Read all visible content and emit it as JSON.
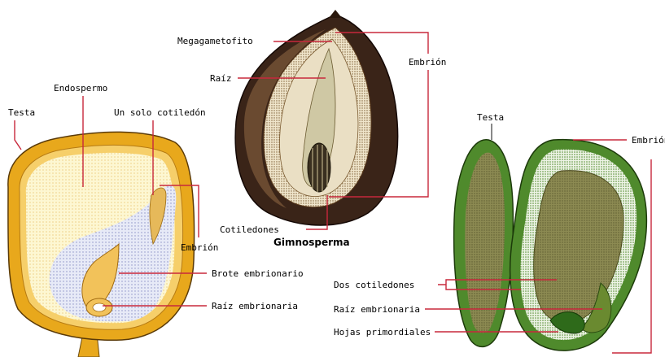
{
  "colors": {
    "leader": "#c8283c",
    "seed_coat": "#e8a81c",
    "endosperm": "#fdf6cc",
    "embryo": "#dfe4f4",
    "gymno_shell": "#3a2418",
    "gymno_inner": "#e8dcc0",
    "dicot_green": "#4f8a2c",
    "dicot_cotyledon": "#7a7a40"
  },
  "monocot": {
    "testa": "Testa",
    "endosperm": "Endospermo",
    "single_cotyledon": "Un solo cotiledón",
    "embryo": "Embrión",
    "embryonic_shoot": "Brote embrionario",
    "embryonic_root": "Raíz embrionaria"
  },
  "gymnosperm": {
    "megagametophyte": "Megagametofito",
    "embryo": "Embrión",
    "root": "Raíz",
    "cotyledons": "Cotiledones",
    "title": "Gimnosperma"
  },
  "dicot": {
    "testa": "Testa",
    "embryo": "Embrión",
    "two_cotyledons": "Dos cotiledones",
    "embryonic_root": "Raíz embrionaria",
    "primordial_leaves": "Hojas primordiales"
  }
}
